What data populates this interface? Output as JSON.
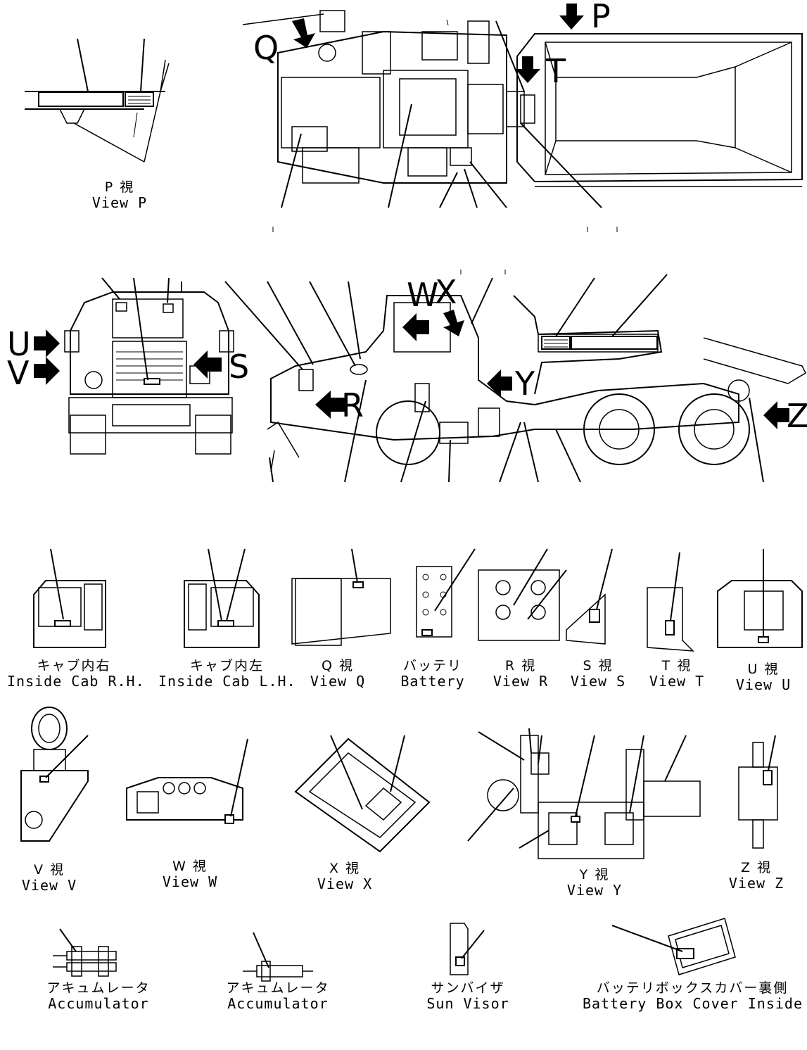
{
  "view_letters": {
    "p": "P",
    "q": "Q",
    "t": "T",
    "u": "U",
    "v": "V",
    "s": "S",
    "w": "W",
    "x": "X",
    "r": "R",
    "y": "Y",
    "z": "Z"
  },
  "captions": {
    "view_p": {
      "jp": "P 視",
      "en": "View P"
    },
    "inside_cab_rh": {
      "jp": "キャブ内右",
      "en": "Inside Cab R.H."
    },
    "inside_cab_lh": {
      "jp": "キャブ内左",
      "en": "Inside Cab L.H."
    },
    "view_q": {
      "jp": "Q 視",
      "en": "View Q"
    },
    "battery": {
      "jp": "バッテリ",
      "en": "Battery"
    },
    "view_r": {
      "jp": "R 視",
      "en": "View R"
    },
    "view_s": {
      "jp": "S 視",
      "en": "View S"
    },
    "view_t": {
      "jp": "T 視",
      "en": "View T"
    },
    "view_u": {
      "jp": "U 視",
      "en": "View U"
    },
    "view_v": {
      "jp": "V 視",
      "en": "View V"
    },
    "view_w": {
      "jp": "W 視",
      "en": "View W"
    },
    "view_x": {
      "jp": "X 視",
      "en": "View X"
    },
    "view_y": {
      "jp": "Y 視",
      "en": "View Y"
    },
    "view_z": {
      "jp": "Z 視",
      "en": "View Z"
    },
    "accumulator_1": {
      "jp": "アキュムレータ",
      "en": "Accumulator"
    },
    "accumulator_2": {
      "jp": "アキュムレータ",
      "en": "Accumulator"
    },
    "sun_visor": {
      "jp": "サンバイザ",
      "en": "Sun Visor"
    },
    "battery_box_cover": {
      "jp": "バッテリボックスカバー裏側",
      "en": "Battery Box Cover Inside"
    }
  }
}
